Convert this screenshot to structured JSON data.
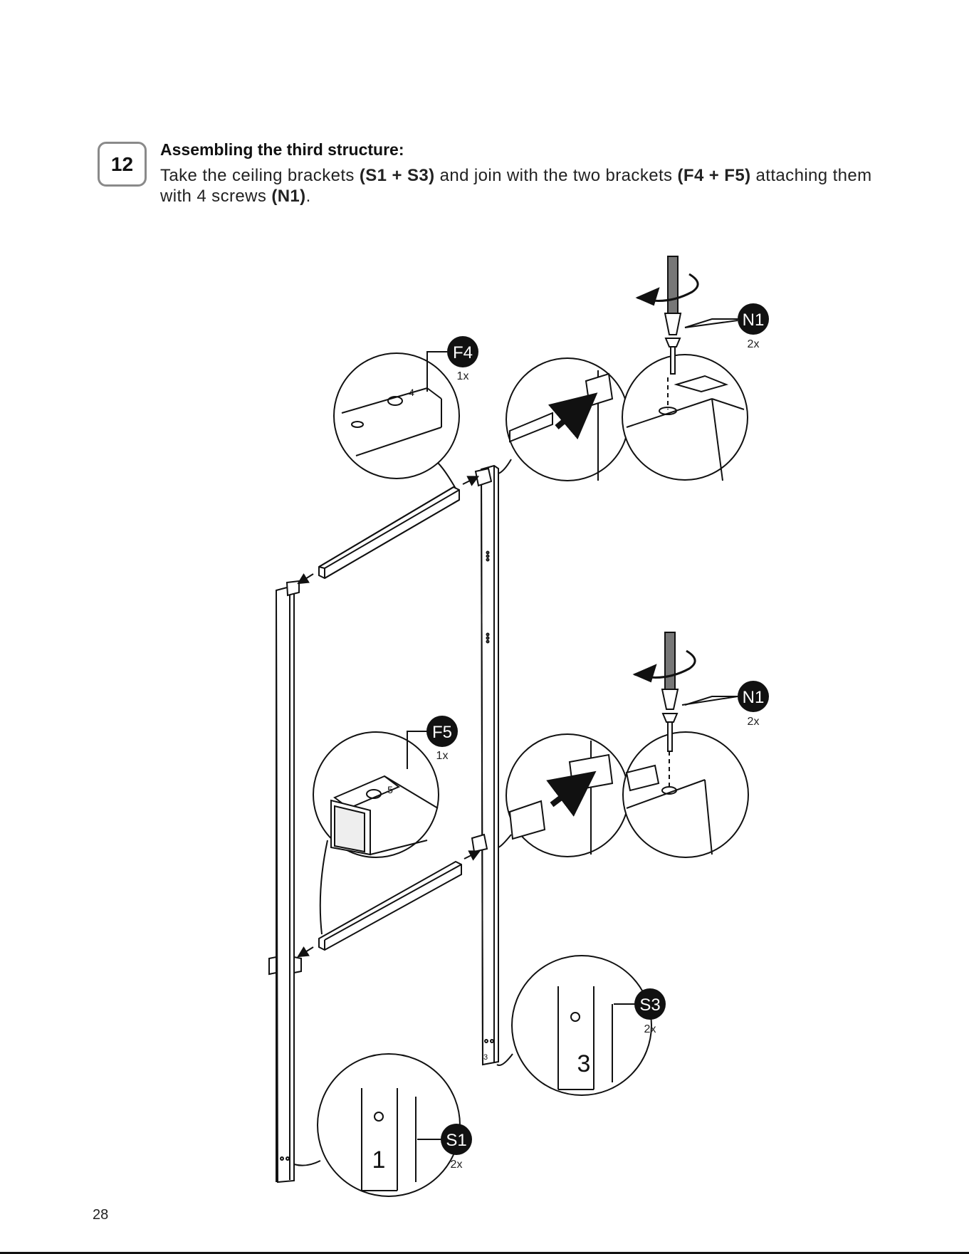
{
  "step": {
    "number": "12",
    "title": "Assembling the third structure:"
  },
  "instruction": {
    "t1": "Take the ceiling brackets ",
    "b1": "(S1 + S3)",
    "t2": " and join with the two brackets ",
    "b2": "(F4 + F5)",
    "t3": " attaching them with 4 screws ",
    "b3": "(N1)",
    "t4": "."
  },
  "parts": {
    "f4": {
      "code": "F4",
      "qty": "1x"
    },
    "f5": {
      "code": "F5",
      "qty": "1x"
    },
    "n1_top": {
      "code": "N1",
      "qty": "2x"
    },
    "n1_bottom": {
      "code": "N1",
      "qty": "2x"
    },
    "s3": {
      "code": "S3",
      "qty": "2x"
    },
    "s1": {
      "code": "S1",
      "qty": "2x"
    }
  },
  "post_marks": {
    "s1": "1",
    "s3": "3",
    "f4": "4",
    "f5": "5"
  },
  "page": {
    "number": "28"
  }
}
